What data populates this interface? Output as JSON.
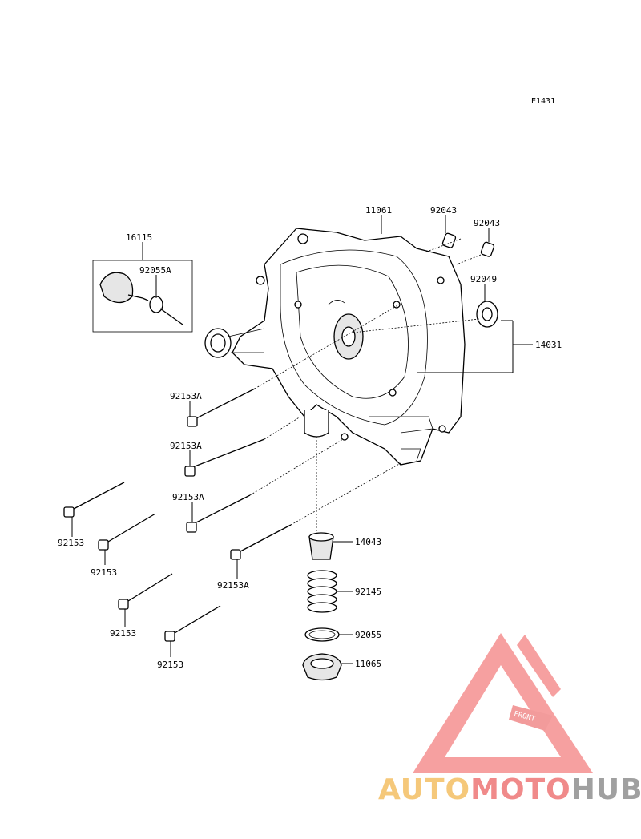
{
  "diagram": {
    "ref_code": "E1431",
    "labels": {
      "p11061": "11061",
      "p92043a": "92043",
      "p92043b": "92043",
      "p16115": "16115",
      "p92055a": "92055A",
      "p92049": "92049",
      "p14031": "14031",
      "b1": "92153A",
      "b2": "92153A",
      "b3": "92153A",
      "b4": "92153",
      "b5": "92153",
      "b6": "92153A",
      "b7": "92153",
      "b8": "92153",
      "p14043": "14043",
      "p92145": "92145",
      "p92055": "92055",
      "p11065": "11065"
    },
    "front_mark": "FRONT"
  },
  "watermark": {
    "part1": "AUTO",
    "part2": "MOTO",
    "part3": "HUB",
    "colors": {
      "auto": "#f5c87a",
      "moto": "#f08a8a",
      "hub": "#a0a0a0",
      "triangle": "#f26b6b"
    }
  }
}
